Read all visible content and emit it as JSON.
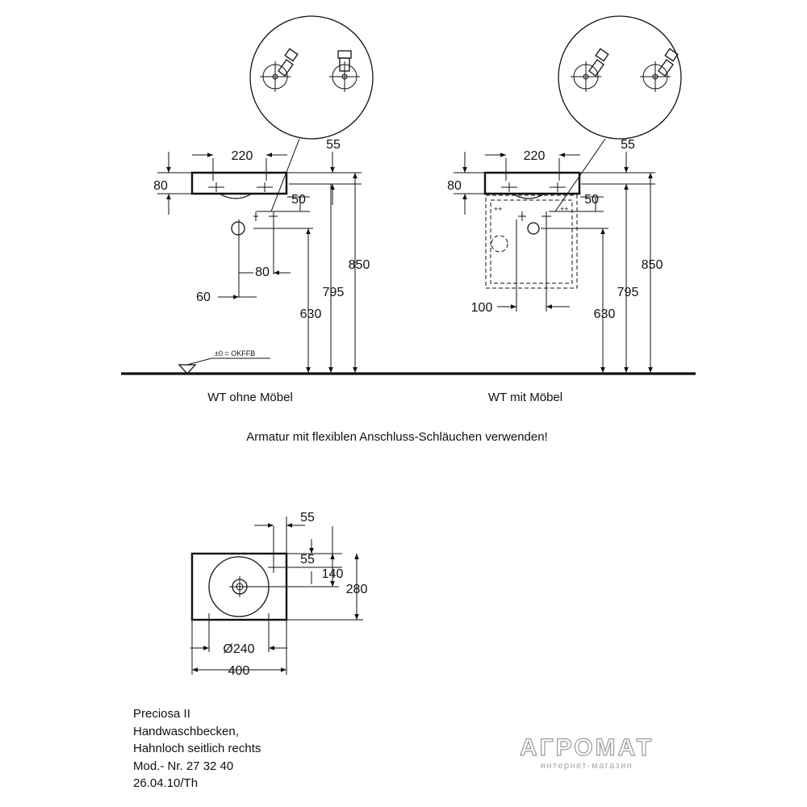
{
  "view_left": {
    "dim_top_width": "220",
    "dim_offset": "55",
    "dim_rim_height": "80",
    "dim_drain_gap": "50",
    "dim_drain_spacing": "80",
    "dim_drain_offset": "60",
    "dim_total_height": "850",
    "dim_rim_to_floor": "795",
    "dim_connection_height": "630",
    "floor_reference": "±0 = OKFFB",
    "caption": "WT ohne Möbel"
  },
  "view_right": {
    "dim_top_width": "220",
    "dim_offset": "55",
    "dim_rim_height": "80",
    "dim_drain_gap": "50",
    "dim_cabinet_offset": "100",
    "dim_total_height": "850",
    "dim_rim_to_floor": "795",
    "dim_connection_height": "630",
    "caption": "WT mit Möbel"
  },
  "note": "Armatur mit flexiblen Anschluss-Schläuchen verwenden!",
  "plan_view": {
    "dim_tap_offset_x": "55",
    "dim_tap_offset_y": "55",
    "dim_half_depth": "140",
    "dim_depth": "280",
    "dim_bowl_diameter": "Ø240",
    "dim_width": "400"
  },
  "product_info": {
    "line1": "Preciosa II",
    "line2": "Handwaschbecken,",
    "line3": "Hahnloch seitlich rechts",
    "line4": "Mod.- Nr. 27 32 40",
    "line5": "26.04.10/Th"
  },
  "watermark": {
    "brand": "АГРОМАТ",
    "tagline": "интернет-магазин"
  }
}
